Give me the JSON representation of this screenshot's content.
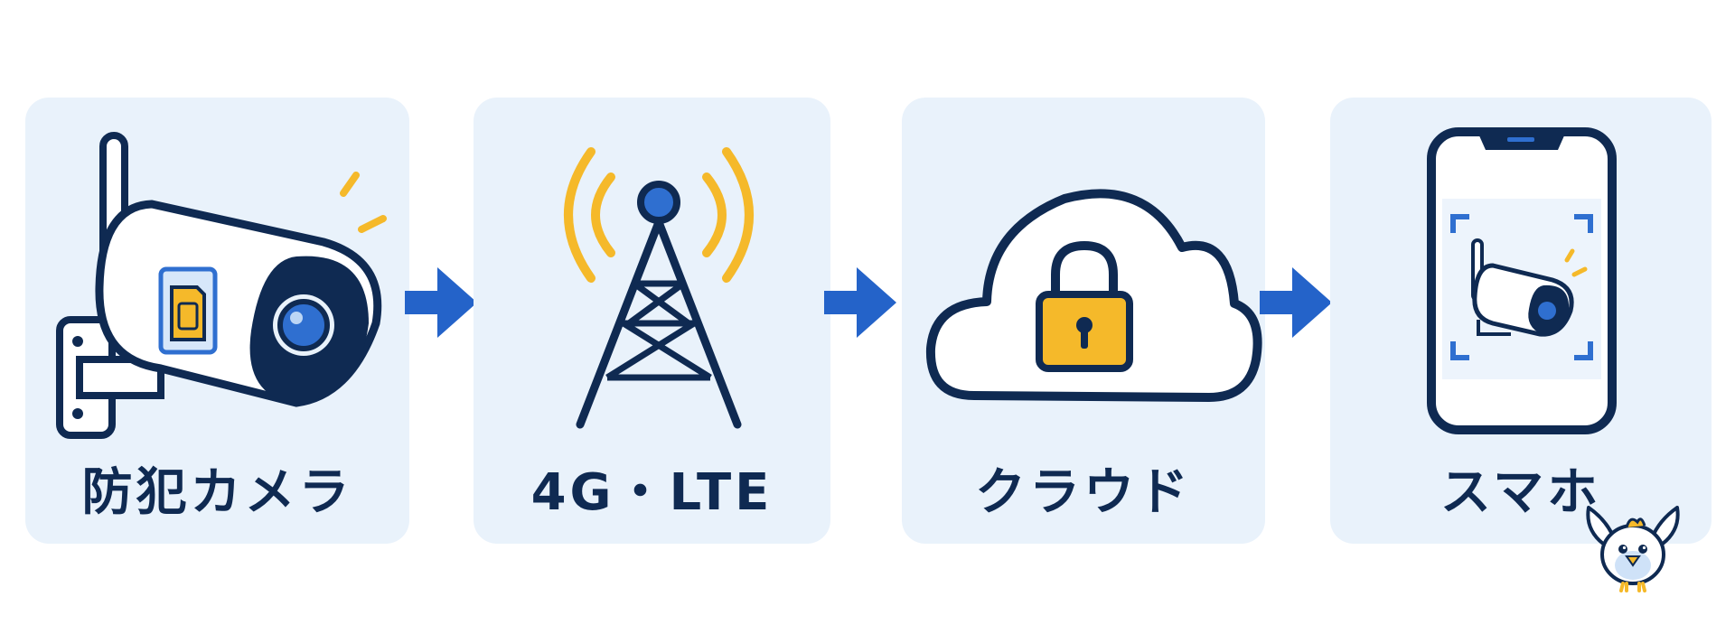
{
  "steps": [
    {
      "label": "防犯カメラ",
      "icon": "security-camera-icon"
    },
    {
      "label": "4G・LTE",
      "icon": "cell-tower-icon"
    },
    {
      "label": "クラウド",
      "icon": "cloud-lock-icon"
    },
    {
      "label": "スマホ",
      "icon": "smartphone-icon"
    }
  ],
  "colors": {
    "navy": "#0f2a52",
    "card_bg": "#e9f2fb",
    "arrow_blue": "#2463c9",
    "accent_yellow": "#f5b92a",
    "lens_blue": "#2f6fd0"
  }
}
